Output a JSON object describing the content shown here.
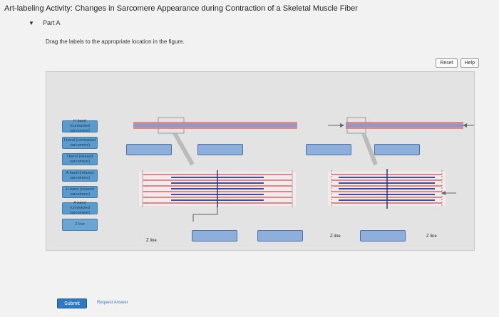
{
  "title": "Art-labeling Activity: Changes in Sarcomere Appearance during Contraction of a Skeletal Muscle Fiber",
  "part": {
    "label": "Part A"
  },
  "instructions": "Drag the labels to the appropriate location in the figure.",
  "toolbar": {
    "reset_label": "Reset",
    "help_label": "Help"
  },
  "label_bank": [
    "H band (contracted sarcomere)",
    "I band (contracted sarcomere)",
    "I band (relaxed sarcomere)",
    "A band (relaxed sarcomere)",
    "H band (relaxed sarcomere)",
    "A band (contracted sarcomere)",
    "Z line"
  ],
  "figure": {
    "z_line_labels": [
      "Z line",
      "Z line",
      "Z line"
    ]
  },
  "footer": {
    "submit_label": "Submit",
    "request_answer_label": "Request Answer"
  },
  "colors": {
    "label_chip": "#5a9acc",
    "drop_target": "#8eaedb",
    "submit": "#2f79c4"
  }
}
